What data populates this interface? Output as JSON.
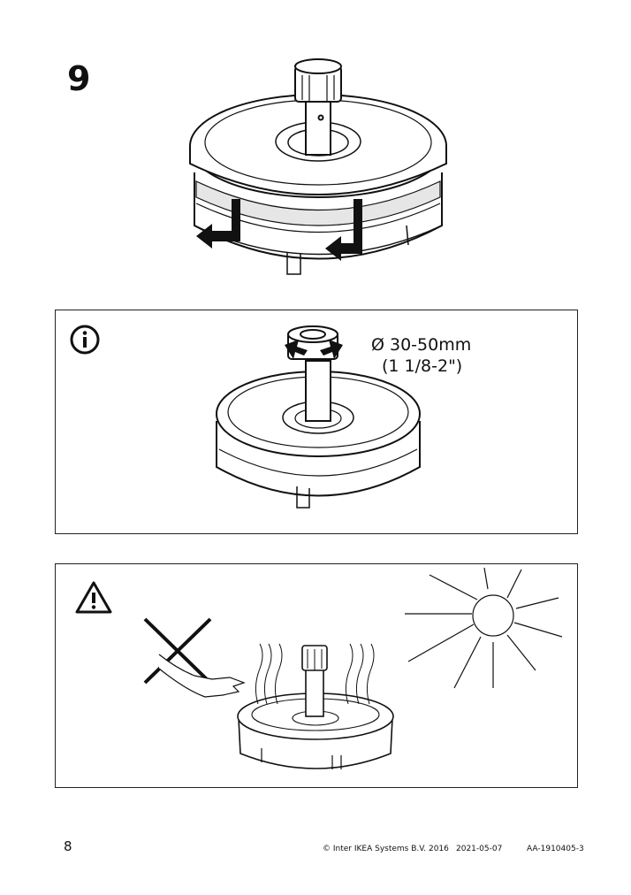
{
  "step": {
    "number": "9"
  },
  "info_panel": {
    "icon": "info-icon",
    "dimension_metric": "Ø 30-50mm",
    "dimension_imperial": "(1 1/8-2\")"
  },
  "warning_panel": {
    "icon": "warning-triangle-icon"
  },
  "footer": {
    "page_number": "8",
    "copyright": "© Inter IKEA Systems B.V. 2016",
    "date": "2021-05-07",
    "doc_id": "AA-1910405-3"
  }
}
